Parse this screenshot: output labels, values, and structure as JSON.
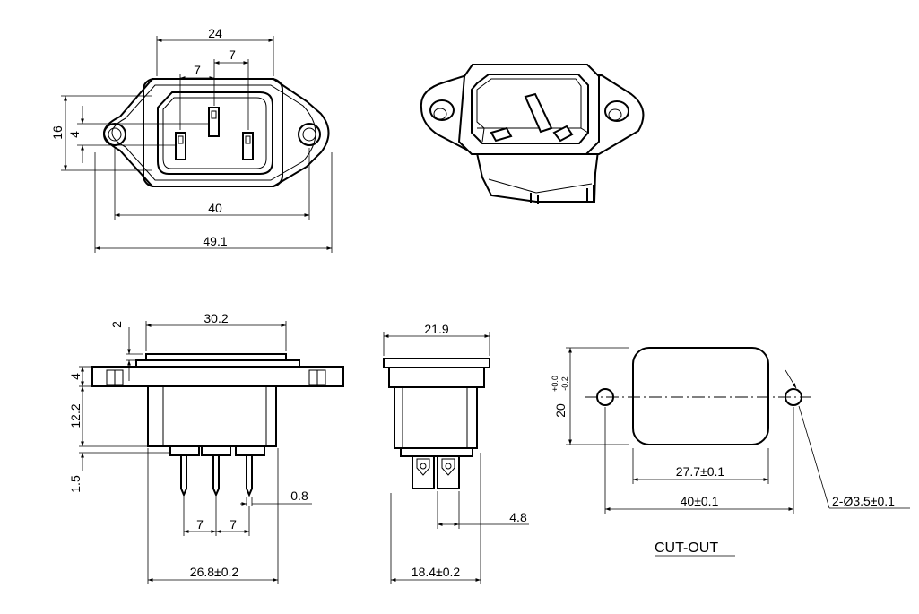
{
  "front_view": {
    "dims": {
      "width_top": "24",
      "pin_left": "7",
      "pin_right": "7",
      "height_outer": "16",
      "height_inner": "4",
      "hole_span": "40",
      "total_width": "49.1"
    }
  },
  "side_view": {
    "dims": {
      "top_width": "30.2",
      "flange_top": "2",
      "flange": "4",
      "body": "12.2",
      "pins": "1.5",
      "pin_thk": "0.8",
      "pitch_a": "7",
      "pitch_b": "7",
      "bottom_width": "26.8±0.2"
    }
  },
  "end_view": {
    "dims": {
      "top_width": "21.9",
      "bottom_width": "18.4±0.2",
      "terminal": "4.8"
    }
  },
  "cutout": {
    "title": "CUT-OUT",
    "dims": {
      "height_main": "20",
      "height_tol_plus": "+0.0",
      "height_tol_minus": "-0.2",
      "width": "27.7±0.1",
      "hole_span": "40±0.1",
      "holes": "2-Ø3.5±0.1"
    }
  }
}
